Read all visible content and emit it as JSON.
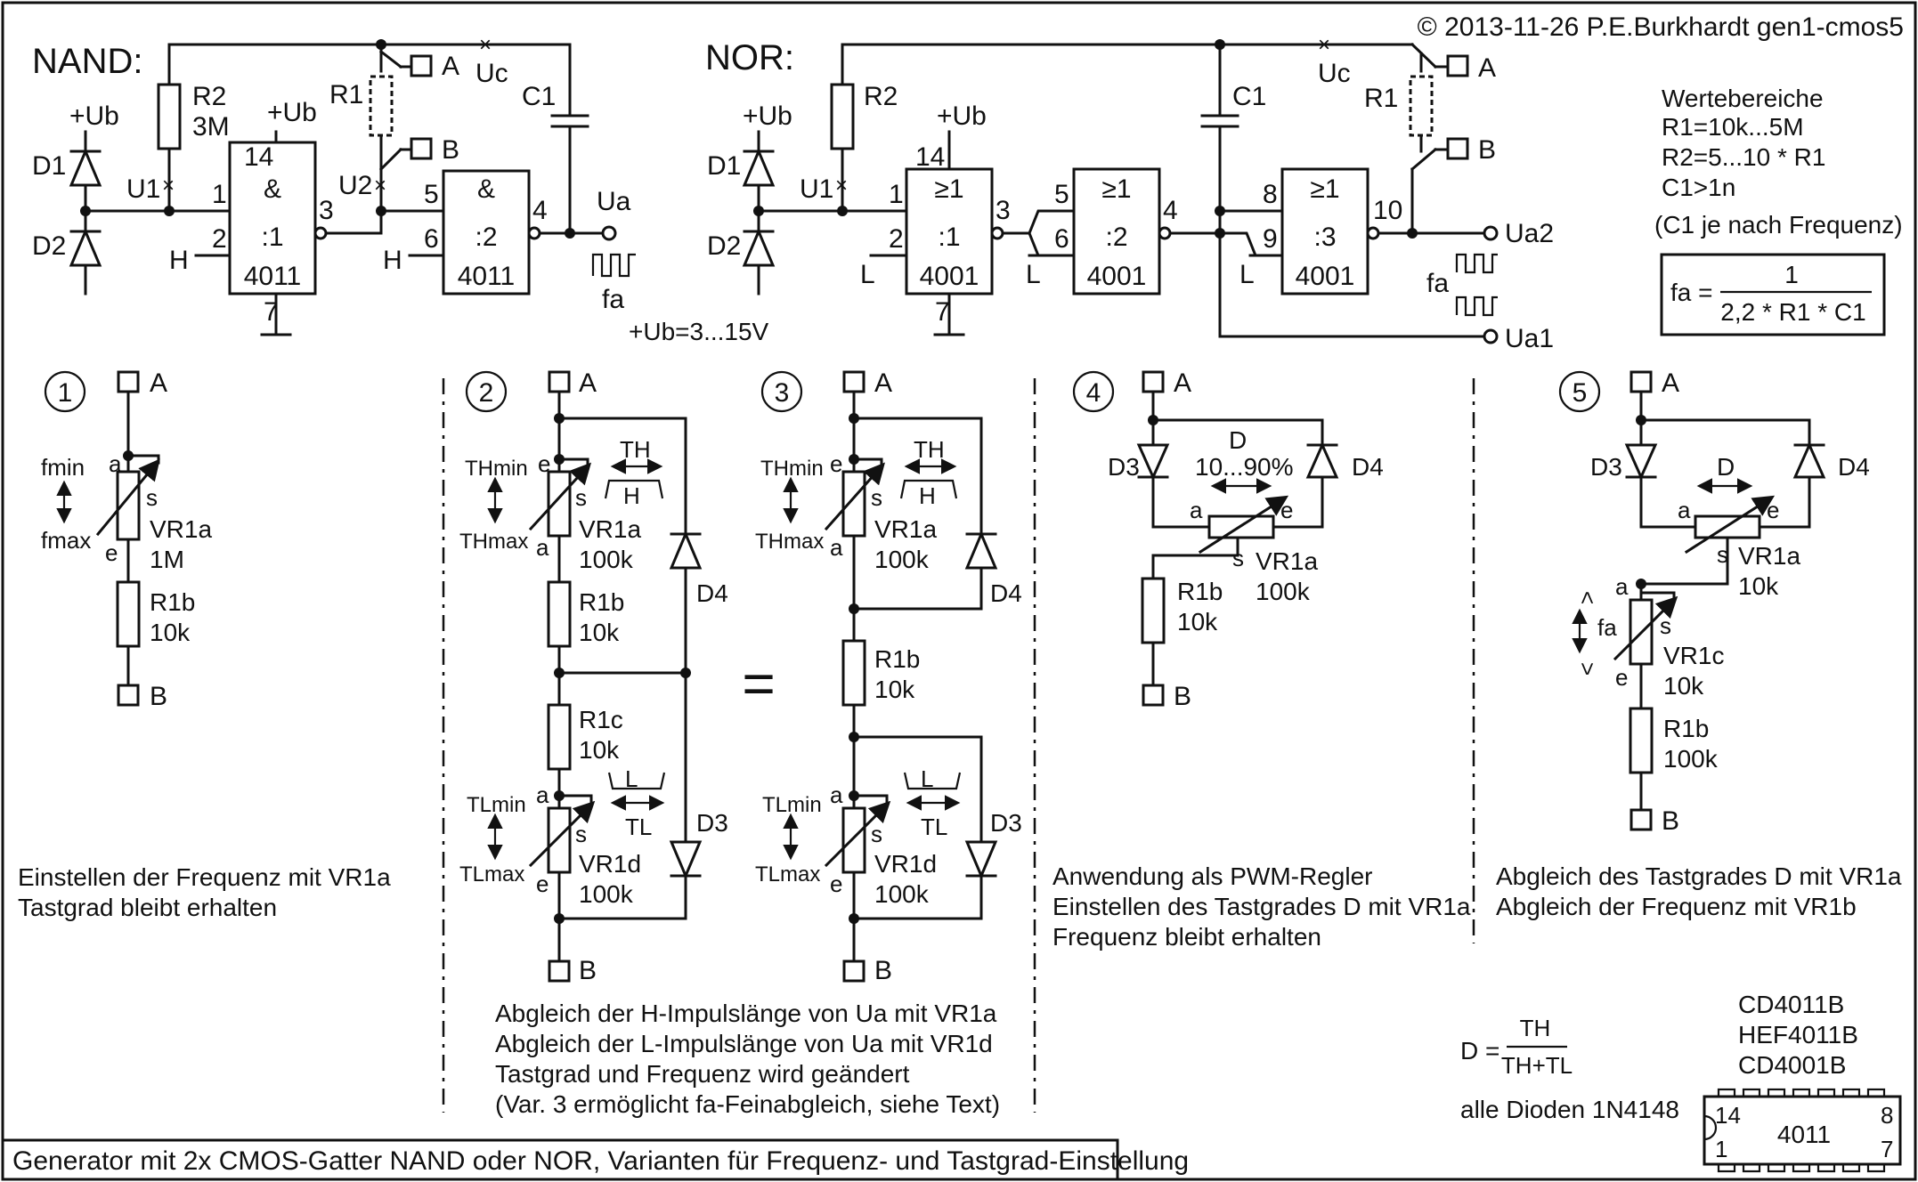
{
  "copyright": "© 2013-11-26 P.E.Burkhardt gen1-cmos5",
  "footer": "Generator mit 2x CMOS-Gatter NAND oder NOR, Varianten für Frequenz- und Tastgrad-Einstellung",
  "nand": {
    "title": "NAND:",
    "ub": "+Ub",
    "d1": "D1",
    "d2": "D2",
    "r2": "R2",
    "r2v": "3M",
    "u1": "U1",
    "u2": "U2",
    "r1": "R1",
    "uc": "Uc",
    "c1": "C1",
    "a": "A",
    "b": "B",
    "ua": "Ua",
    "fa": "fa",
    "g1_sym": "&",
    "g1_name": ":1",
    "g1_ic": "4011",
    "g2_sym": "&",
    "g2_name": ":2",
    "g2_ic": "4011",
    "pin14": "14",
    "pin7": "7",
    "pin1": "1",
    "pin2": "2",
    "pin3": "3",
    "pin5": "5",
    "pin6": "6",
    "pin4": "4",
    "h": "H",
    "supply": "+Ub=3...15V"
  },
  "nor": {
    "title": "NOR:",
    "ub": "+Ub",
    "d1": "D1",
    "d2": "D2",
    "r2": "R2",
    "u1": "U1",
    "uc": "Uc",
    "c1": "C1",
    "r1": "R1",
    "a": "A",
    "b": "B",
    "ua2": "Ua2",
    "ua1": "Ua1",
    "fa": "fa",
    "g1_sym": "≥1",
    "g1_name": ":1",
    "g1_ic": "4001",
    "g2_sym": "≥1",
    "g2_name": ":2",
    "g2_ic": "4001",
    "g3_sym": "≥1",
    "g3_name": ":3",
    "g3_ic": "4001",
    "pin14": "14",
    "pin7": "7",
    "pin1": "1",
    "pin2": "2",
    "pin3": "3",
    "pin5": "5",
    "pin6": "6",
    "pin4": "4",
    "pin8": "8",
    "pin9": "9",
    "pin10": "10",
    "l": "L"
  },
  "ranges": {
    "title": "Wertebereiche",
    "r1": "R1=10k...5M",
    "r2": "R2=5...10 * R1",
    "c1": "C1>1n",
    "note": "(C1 je nach Frequenz)",
    "formula_lhs": "fa =",
    "formula_num": "1",
    "formula_den": "2,2 * R1 * C1"
  },
  "v1": {
    "num": "1",
    "a": "A",
    "b": "B",
    "fmin": "fmin",
    "fmax": "fmax",
    "pa": "a",
    "ps": "s",
    "pe": "e",
    "vr": "VR1a",
    "vrv": "1M",
    "r": "R1b",
    "rv": "10k",
    "desc1": "Einstellen der Frequenz mit VR1a",
    "desc2": "Tastgrad bleibt erhalten"
  },
  "v2": {
    "num": "2",
    "a": "A",
    "b": "B",
    "th_min": "THmin",
    "th_max": "THmax",
    "tl_min": "TLmin",
    "tl_max": "TLmax",
    "th": "TH",
    "h": "H",
    "tl": "TL",
    "l": "L",
    "pa": "a",
    "ps": "s",
    "pe": "e",
    "vr1a": "VR1a",
    "vr1av": "100k",
    "r1b": "R1b",
    "r1bv": "10k",
    "r1c": "R1c",
    "r1cv": "10k",
    "vr1d": "VR1d",
    "vr1dv": "100k",
    "d4": "D4",
    "d3": "D3"
  },
  "v23": {
    "eq": "=",
    "desc1": "Abgleich der H-Impulslänge von Ua mit VR1a",
    "desc2": "Abgleich der L-Impulslänge von Ua mit VR1d",
    "desc3": "Tastgrad und Frequenz wird geändert",
    "desc4": "(Var. 3 ermöglicht fa-Feinabgleich, siehe Text)"
  },
  "v3": {
    "num": "3",
    "a": "A",
    "b": "B",
    "th_min": "THmin",
    "th_max": "THmax",
    "tl_min": "TLmin",
    "tl_max": "TLmax",
    "th": "TH",
    "h": "H",
    "tl": "TL",
    "l": "L",
    "pa": "a",
    "ps": "s",
    "pe": "e",
    "vr1a": "VR1a",
    "vr1av": "100k",
    "r1b": "R1b",
    "r1bv": "10k",
    "vr1d": "VR1d",
    "vr1dv": "100k",
    "d4": "D4",
    "d3": "D3"
  },
  "v4": {
    "num": "4",
    "a": "A",
    "b": "B",
    "d3": "D3",
    "d4": "D4",
    "d": "D",
    "dv": "10...90%",
    "pa": "a",
    "ps": "s",
    "pe": "e",
    "vr": "VR1a",
    "vrv": "100k",
    "r": "R1b",
    "rv": "10k",
    "desc1": "Anwendung als PWM-Regler",
    "desc2": "Einstellen des Tastgrades D mit VR1a",
    "desc3": "Frequenz bleibt erhalten"
  },
  "v5": {
    "num": "5",
    "a": "A",
    "b": "B",
    "d3": "D3",
    "d4": "D4",
    "d": "D",
    "pa": "a",
    "ps": "s",
    "pe": "e",
    "vr": "VR1a",
    "vrv": "10k",
    "fa": "fa",
    "lt": "<",
    "gt": ">",
    "vr1c": "VR1c",
    "vr1cv": "10k",
    "r": "R1b",
    "rv": "100k",
    "desc1": "Abgleich des Tastgrades D mit VR1a",
    "desc2": "Abgleich der Frequenz mit VR1b"
  },
  "duty": {
    "lhs": "D =",
    "num": "TH",
    "den": "TH+TL"
  },
  "diodes": "alle Dioden 1N4148",
  "ics": {
    "l1": "CD4011B",
    "l2": "HEF4011B",
    "l3": "CD4001B",
    "chip": "4011",
    "p14": "14",
    "p1": "1",
    "p8": "8",
    "p7": "7"
  }
}
